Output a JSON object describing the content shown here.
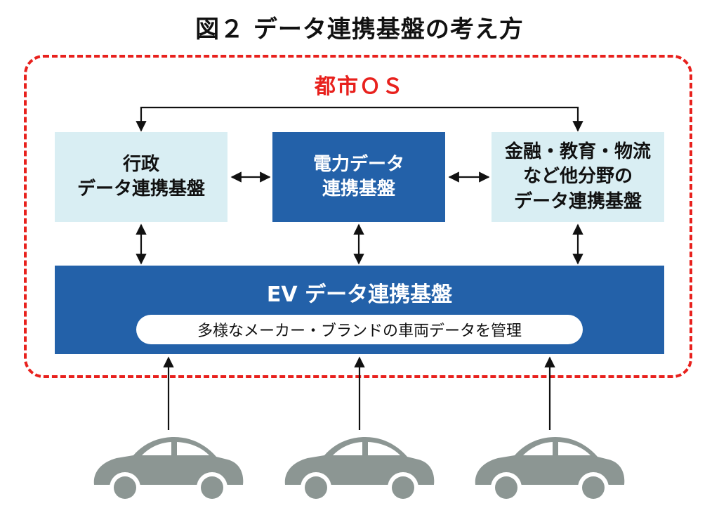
{
  "title": "図２ データ連携基盤の考え方",
  "os_label": "都市ＯＳ",
  "boxes": {
    "gov": {
      "line1": "行政",
      "line2": "データ連携基盤"
    },
    "power": {
      "line1": "電力データ",
      "line2": "連携基盤"
    },
    "other": {
      "line1": "金融・教育・物流",
      "line2": "など他分野の",
      "line3": "データ連携基盤"
    }
  },
  "ev": {
    "title": "EV データ連携基盤",
    "subtitle": "多様なメーカー・ブランドの車両データを管理"
  },
  "colors": {
    "os_frame": "#e8211d",
    "dark_box": "#2361a9",
    "light_box": "#d9eef3",
    "car": "#8c9693"
  },
  "cars": [
    {
      "icon": "car-icon"
    },
    {
      "icon": "car-icon"
    },
    {
      "icon": "car-icon"
    }
  ]
}
